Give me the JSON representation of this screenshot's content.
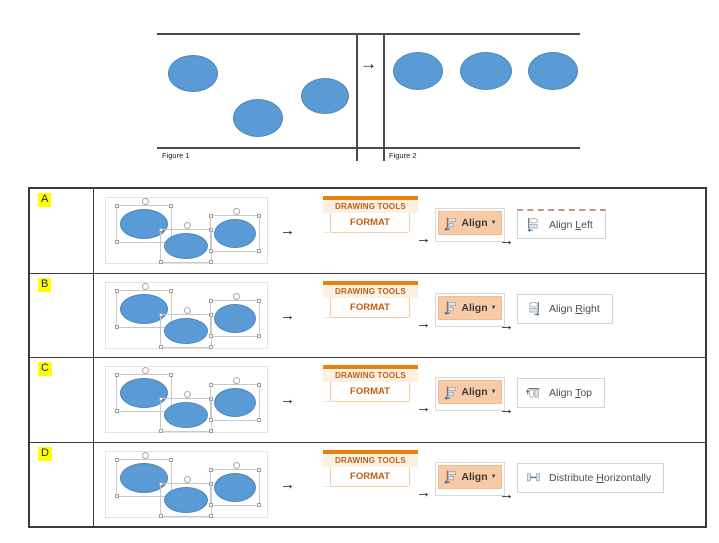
{
  "figure_panel": {
    "figure1_label": "Figure 1",
    "figure2_label": "Figure 2",
    "arrow": "→",
    "shape_color": "#5B9BD5"
  },
  "ribbon": {
    "contextual_tab_title": "DRAWING TOOLS",
    "tab_label": "FORMAT",
    "align_button_label": "Align",
    "dropdown_caret": "▼",
    "accent_orange": "#E8820C",
    "align_button_highlight": "#F8CBA6"
  },
  "arrow_glyph": "→",
  "table": {
    "letter_highlight": "#FFFF00",
    "rows": [
      {
        "letter": "A",
        "menu_item": {
          "pre": "Align ",
          "accel": "L",
          "post": "eft"
        }
      },
      {
        "letter": "B",
        "menu_item": {
          "pre": "Align ",
          "accel": "R",
          "post": "ight"
        }
      },
      {
        "letter": "C",
        "menu_item": {
          "pre": "Align ",
          "accel": "T",
          "post": "op"
        }
      },
      {
        "letter": "D",
        "menu_item": {
          "pre": "Distribute ",
          "accel": "H",
          "post": "orizontally"
        }
      }
    ]
  }
}
